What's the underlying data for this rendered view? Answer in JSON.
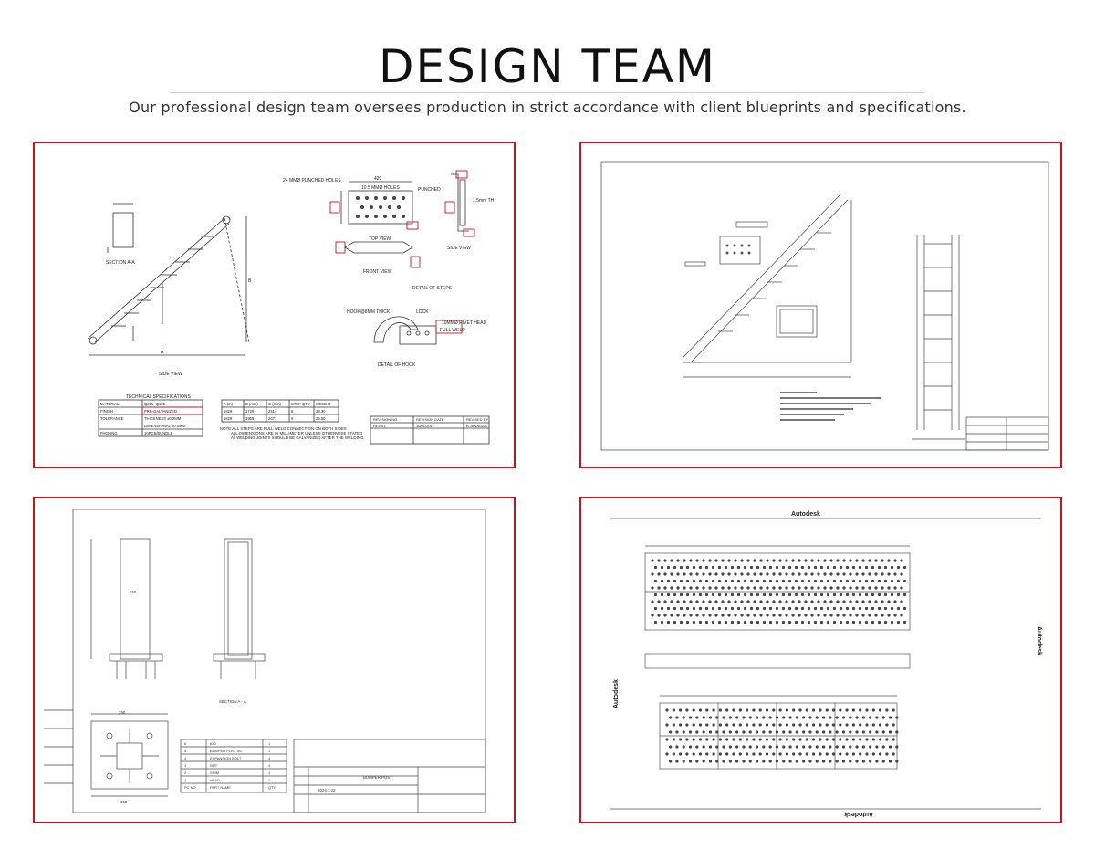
{
  "header": {
    "title": "DESIGN TEAM",
    "subtitle": "Our professional design team oversees production in strict accordance with client blueprints and specifications."
  },
  "colors": {
    "accent": "#c8141c",
    "text": "#111111",
    "line": "#333333"
  },
  "drawing1": {
    "labels": {
      "section": "SECTION A-A",
      "side_view": "SIDE VIEW",
      "top_view": "TOP VIEW",
      "front_view": "FRONT VIEW",
      "side_view_small": "SIDE VIEW",
      "detail_steps": "DETAIL OF STEPS",
      "detail_hook": "DETAIL OF HOOK",
      "punched_holes": "24 MMØ PUNCHED HOLES",
      "holes_small": "10.5 MMØ HOLES",
      "punched": "PUNCHED",
      "thick": "1.5mm TH",
      "hook_thick": "HOOK@8MM THICK",
      "lock": "LOCK",
      "rivet": "10MMØ RIVET HEAD",
      "full_weld": "FULL WELD",
      "dim_420": "420",
      "dim_a": "A",
      "dim_b": "B"
    },
    "spec_title": "TECHNICAL SPECIFICATIONS",
    "specs": [
      [
        "MATERIAL",
        "Q235~Q195"
      ],
      [
        "FINISH",
        "PRE-GALVANIZED"
      ],
      [
        "TOLERANCE",
        "THICKNESS ±0.2MM"
      ],
      [
        "",
        "DIMENSIONAL ±0.5MM"
      ],
      [
        "PACKING",
        "10PCS/BUNDLE"
      ]
    ],
    "dims_header": [
      "A (m)",
      "B (mm)",
      "C (mm)",
      "STEP QTY",
      "WEIGHT"
    ],
    "dims_rows": [
      [
        "1829",
        "1725",
        "2514",
        "8",
        "23.30"
      ],
      [
        "1829",
        "1955",
        "2677",
        "9",
        "25.50"
      ]
    ],
    "notes": [
      "NOTE:ALL STEPS ARE FULL WELD CONNECTION ON BOTH SIDES",
      "ALL DIMENSIONS ARE IN MILLIMETER UNLESS OTHERWISE STATED",
      "All WELDING JOINTS SHOULD BE GALVANIZED AFTER THE WELDING."
    ],
    "revision_header": [
      "REVISION NO.",
      "REVISION DATE",
      "REVISED BY"
    ],
    "revision_row": [
      "REV.01",
      "16/01/2017",
      "B.JANAGAN"
    ]
  },
  "drawing3": {
    "section_label": "SECTION A - A",
    "date": "2024.1.22",
    "part_title": "BUMPER POST",
    "parts": [
      [
        "6",
        "630",
        "1"
      ],
      [
        "5",
        "BUMPER POST 66",
        "1"
      ],
      [
        "4",
        "EXPANSION BOLT",
        "4"
      ],
      [
        "3",
        "NUT",
        "4"
      ],
      [
        "2",
        "SHIM",
        "4"
      ],
      [
        "1",
        "HEAD",
        "1"
      ],
      [
        "PC NO",
        "PART NAME",
        "QTY"
      ]
    ],
    "dim_250": "250",
    "dim_350": "350",
    "dim_150": "150"
  },
  "drawing4": {
    "watermark": "Autodesk"
  }
}
